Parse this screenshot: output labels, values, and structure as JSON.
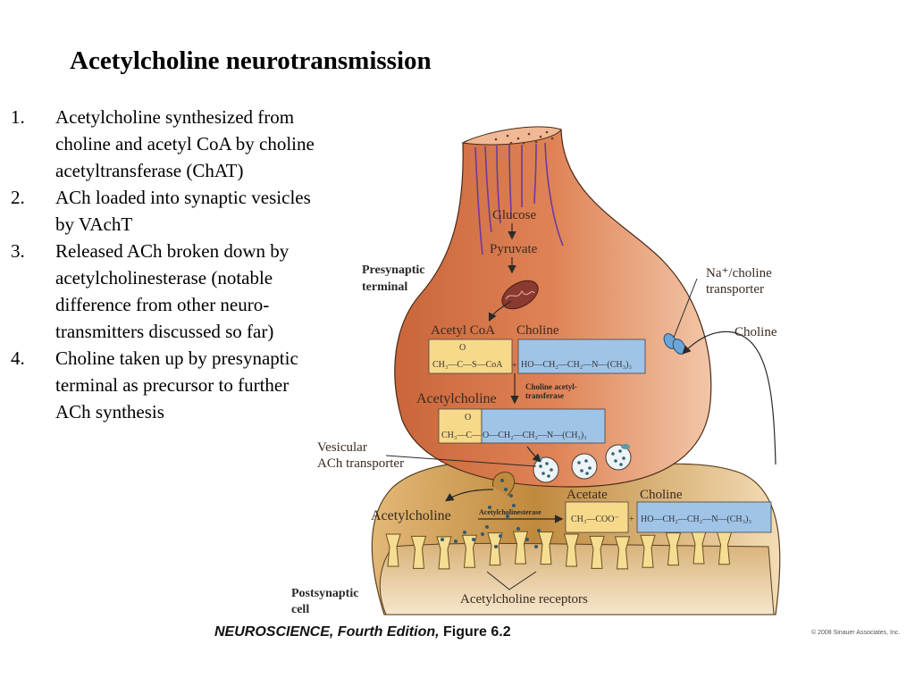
{
  "slide": {
    "title": "Acetylcholine neurotransmission",
    "points": [
      {
        "num": "1.",
        "lines": [
          "Acetylcholine synthesized from",
          "choline and acetyl CoA by choline",
          "acetyltransferase (ChAT)"
        ]
      },
      {
        "num": "2.",
        "lines": [
          "ACh loaded into synaptic vesicles",
          "by VAchT"
        ]
      },
      {
        "num": "3.",
        "lines": [
          "Released ACh broken down by",
          "acetylcholinesterase (notable",
          "difference from other neuro-",
          "transmitters discussed so far)"
        ]
      },
      {
        "num": "4.",
        "lines": [
          "Choline taken up by presynaptic",
          "terminal as precursor to further",
          "ACh synthesis"
        ]
      }
    ]
  },
  "figure": {
    "labels": {
      "glucose": "Glucose",
      "pyruvate": "Pyruvate",
      "presynaptic_1": "Presynaptic",
      "presynaptic_2": "terminal",
      "acetyl_coa": "Acetyl CoA",
      "choline_top": "Choline",
      "transporter_1": "Na⁺/choline",
      "transporter_2": "transporter",
      "choline_right": "Choline",
      "acetylcholine_mid": "Acetylcholine",
      "chat_1": "Choline acetyl-",
      "chat_2": "transferase",
      "vacht_1": "Vesicular",
      "vacht_2": "ACh transporter",
      "acetylcholine_cleft": "Acetylcholine",
      "ache": "Acetylcholinesterase",
      "acetate": "Acetate",
      "choline_bottom": "Choline",
      "receptors": "Acetylcholine receptors",
      "postsynaptic_1": "Postsynaptic",
      "postsynaptic_2": "cell"
    },
    "formulas": {
      "acetyl_coa": "CH₃—C—S—CoA",
      "choline": "HO—CH₂—CH₂—N—(CH₃)₃",
      "ach_left": "CH₃—C—",
      "ach_right": "O—CH₂—CH₂—N—(CH₃)₃",
      "acetate": "CH₃—COO⁻",
      "choline_out": "HO—CH₂—CH₂—N—(CH₃)₃",
      "carbonyl_o": "O",
      "plus": "+"
    },
    "colors": {
      "presynaptic": "#d9774a",
      "postsynaptic": "#c9924a",
      "yellow_box": "#f7d98a",
      "blue_box": "#9fc4e8",
      "receptor": "#f5dd92"
    }
  },
  "caption": {
    "book": "NEUROSCIENCE,",
    "edition": " Fourth Edition,",
    "figure": " Figure 6.2",
    "copyright": "© 2008 Sinauer Associates, Inc."
  }
}
